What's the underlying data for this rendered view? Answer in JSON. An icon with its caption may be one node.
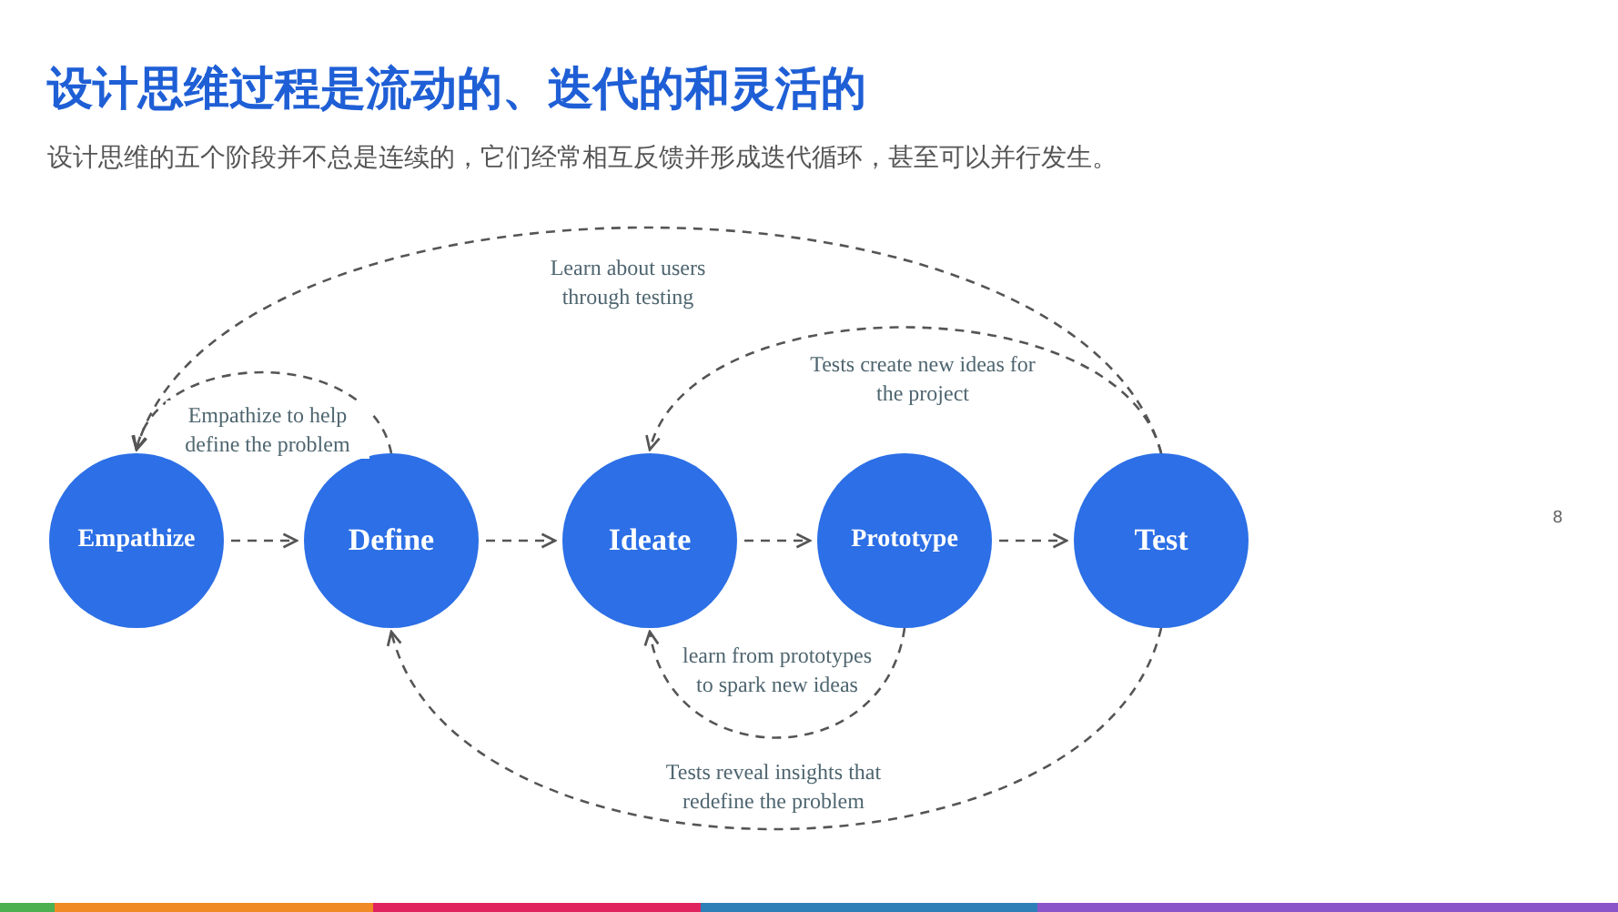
{
  "diagram": {
    "title": "设计思维过程是流动的、迭代的和灵活的",
    "caption": "设计思维的五个阶段并不总是连续的，它们经常相互反馈并形成迭代循环，甚至可以并行发生。",
    "nodes": [
      {
        "text": [
          "Empathize"
        ]
      },
      {
        "text": [
          "Define"
        ]
      },
      {
        "text": [
          "Ideate"
        ]
      },
      {
        "text": [
          "Prototype"
        ]
      },
      {
        "text": [
          "Test"
        ]
      }
    ],
    "edges": [
      {
        "from": 0,
        "to": 1,
        "arrow": "to"
      },
      {
        "from": 1,
        "to": 2,
        "arrow": "to"
      },
      {
        "from": 2,
        "to": 3,
        "arrow": "to"
      },
      {
        "from": 3,
        "to": 4,
        "arrow": "to"
      },
      {
        "from": 4,
        "to": 0,
        "arrow": "to",
        "label": "Learn about users through testing"
      },
      {
        "from": 1,
        "to": 0,
        "arrow": "to",
        "label": "Empathize to help define the problem"
      },
      {
        "from": 4,
        "to": 2,
        "arrow": "to",
        "label": "Tests create new ideas for the project"
      },
      {
        "from": 3,
        "to": 2,
        "arrow": "to",
        "label": "learn from prototypes to spark new ideas"
      },
      {
        "from": 4,
        "to": 1,
        "arrow": "to",
        "label": "Tests reveal insights that redefine the problem"
      }
    ],
    "labels": [
      "8"
    ]
  }
}
